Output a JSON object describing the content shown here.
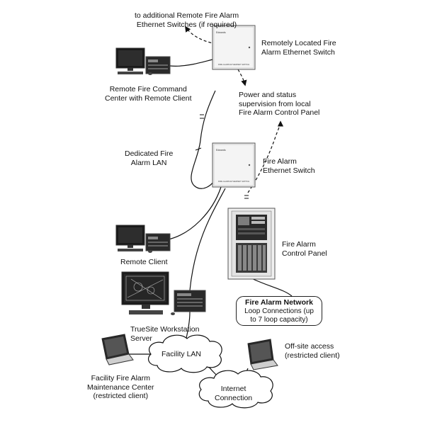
{
  "labels": {
    "additional_switches": [
      "to additional Remote Fire Alarm",
      "Ethernet Switches (if required)"
    ],
    "remote_switch": [
      "Remotely Located Fire",
      "Alarm Ethernet Switch"
    ],
    "remote_command": [
      "Remote Fire Command",
      "Center with Remote Client"
    ],
    "supervision": [
      "Power and status",
      "supervision from local",
      "Fire Alarm Control Panel"
    ],
    "dedicated_lan": [
      "Dedicated Fire",
      "Alarm LAN"
    ],
    "fa_switch": [
      "Fire Alarm",
      "Ethernet Switch"
    ],
    "remote_client": "Remote Client",
    "control_panel": [
      "Fire Alarm",
      "Control Panel"
    ],
    "fa_network_title": "Fire Alarm Network",
    "fa_network_body": [
      "Loop Connections (up",
      "to 7 loop capacity)"
    ],
    "truesite": [
      "TrueSite Workstation",
      "Server"
    ],
    "facility_lan": "Facility LAN",
    "offsite": [
      "Off-site access",
      "(restricted client)"
    ],
    "maintenance": [
      "Facility Fire Alarm",
      "Maintenance Center",
      "(restricted client)"
    ],
    "internet": [
      "Internet",
      "Connection"
    ]
  },
  "device_text": {
    "switch_brand": "Edwards",
    "switch_label": "FIRE ALARM ETHERNET SWITCH"
  }
}
